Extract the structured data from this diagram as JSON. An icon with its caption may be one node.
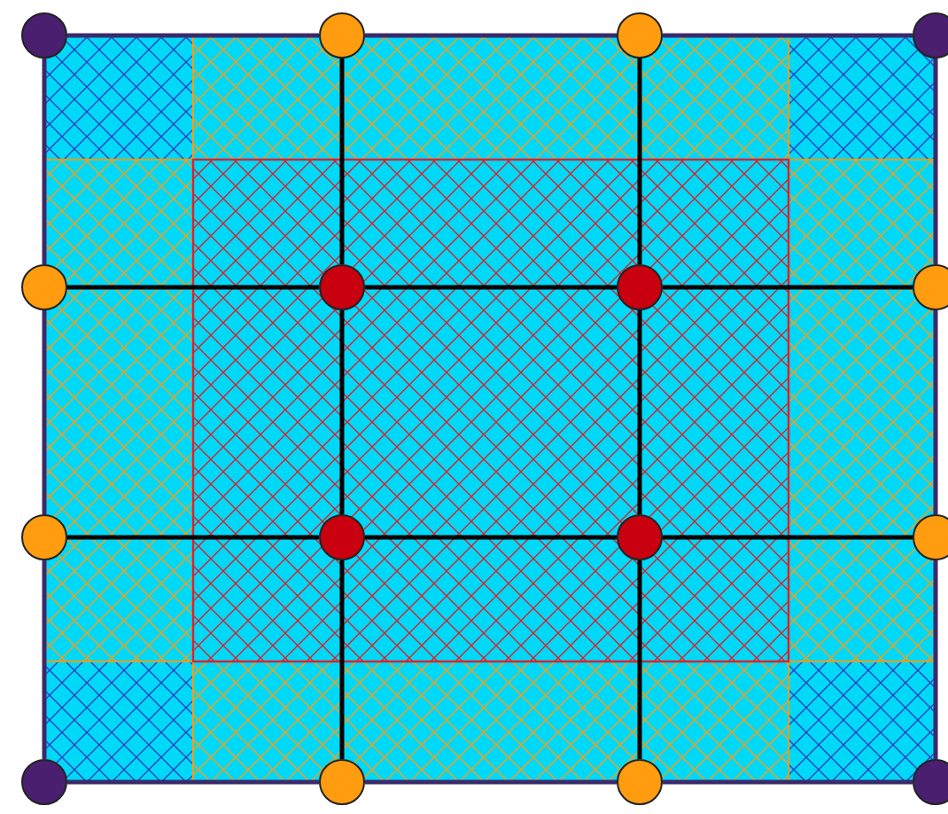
{
  "diagram": {
    "nodes": [
      {
        "text": [],
        "shape": "circle"
      },
      {
        "text": [],
        "shape": "circle"
      },
      {
        "text": [],
        "shape": "circle"
      },
      {
        "text": [],
        "shape": "circle"
      },
      {
        "text": [],
        "shape": "circle"
      },
      {
        "text": [],
        "shape": "circle"
      },
      {
        "text": [],
        "shape": "circle"
      },
      {
        "text": [],
        "shape": "circle"
      },
      {
        "text": [],
        "shape": "circle"
      },
      {
        "text": [],
        "shape": "circle"
      },
      {
        "text": [],
        "shape": "circle"
      },
      {
        "text": [],
        "shape": "circle"
      },
      {
        "text": [],
        "shape": "circle"
      },
      {
        "text": [],
        "shape": "circle"
      },
      {
        "text": [],
        "shape": "circle"
      },
      {
        "text": [],
        "shape": "circle"
      }
    ],
    "edges": [
      {
        "from": 0,
        "to": 1,
        "arrow": "none"
      },
      {
        "from": 1,
        "to": 2,
        "arrow": "none"
      },
      {
        "from": 2,
        "to": 3,
        "arrow": "none"
      },
      {
        "from": 4,
        "to": 5,
        "arrow": "none",
        "color": "#000000"
      },
      {
        "from": 5,
        "to": 6,
        "arrow": "none",
        "color": "#000000"
      },
      {
        "from": 6,
        "to": 7,
        "arrow": "none",
        "color": "#000000"
      },
      {
        "from": 8,
        "to": 9,
        "arrow": "none",
        "color": "#000000"
      },
      {
        "from": 9,
        "to": 10,
        "arrow": "none",
        "color": "#000000"
      },
      {
        "from": 10,
        "to": 11,
        "arrow": "none",
        "color": "#000000"
      },
      {
        "from": 12,
        "to": 13,
        "arrow": "none"
      },
      {
        "from": 13,
        "to": 14,
        "arrow": "none"
      },
      {
        "from": 14,
        "to": 15,
        "arrow": "none"
      },
      {
        "from": 0,
        "to": 4,
        "arrow": "none"
      },
      {
        "from": 4,
        "to": 8,
        "arrow": "none"
      },
      {
        "from": 8,
        "to": 12,
        "arrow": "none"
      },
      {
        "from": 1,
        "to": 5,
        "arrow": "none",
        "color": "#000000"
      },
      {
        "from": 5,
        "to": 9,
        "arrow": "none",
        "color": "#000000"
      },
      {
        "from": 9,
        "to": 13,
        "arrow": "none",
        "color": "#000000"
      },
      {
        "from": 2,
        "to": 6,
        "arrow": "none",
        "color": "#000000"
      },
      {
        "from": 6,
        "to": 10,
        "arrow": "none",
        "color": "#000000"
      },
      {
        "from": 10,
        "to": 14,
        "arrow": "none",
        "color": "#000000"
      },
      {
        "from": 3,
        "to": 7,
        "arrow": "none"
      },
      {
        "from": 7,
        "to": 11,
        "arrow": "none"
      },
      {
        "from": 11,
        "to": 15,
        "arrow": "none"
      }
    ]
  }
}
